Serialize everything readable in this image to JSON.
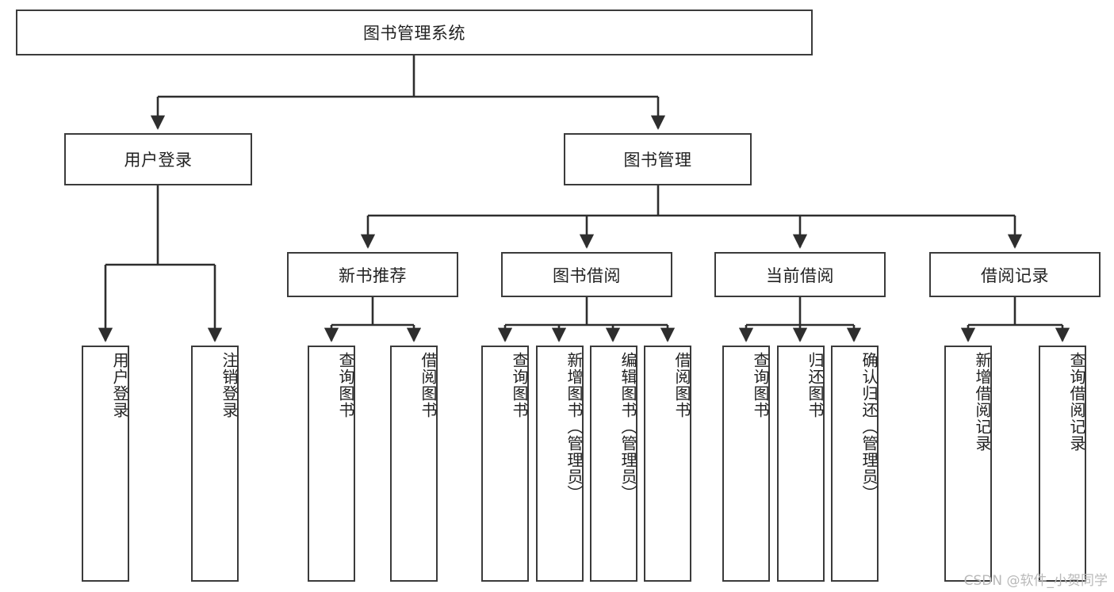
{
  "diagram": {
    "title": "图书管理系统",
    "type": "tree-hierarchy-diagram",
    "root": {
      "label": "图书管理系统"
    },
    "level2": [
      {
        "label": "用户登录"
      },
      {
        "label": "图书管理"
      }
    ],
    "level3": [
      {
        "label": "新书推荐"
      },
      {
        "label": "图书借阅"
      },
      {
        "label": "当前借阅"
      },
      {
        "label": "借阅记录"
      }
    ],
    "leaves": {
      "user_login": [
        {
          "label": "用户登录"
        },
        {
          "label": "注销登录"
        }
      ],
      "new_book_recommend": [
        {
          "label": "查询图书"
        },
        {
          "label": "借阅图书"
        }
      ],
      "book_borrow": [
        {
          "label": "查询图书"
        },
        {
          "label": "新增图书（管理员）"
        },
        {
          "label": "编辑图书（管理员）"
        },
        {
          "label": "借阅图书"
        }
      ],
      "current_borrow": [
        {
          "label": "查询图书"
        },
        {
          "label": "归还图书"
        },
        {
          "label": "确认归还（管理员）"
        }
      ],
      "borrow_record": [
        {
          "label": "新增借阅记录"
        },
        {
          "label": "查询借阅记录"
        }
      ]
    }
  },
  "watermark": {
    "text": "CSDN @软件_小贺同学"
  },
  "colors": {
    "border": "#3b3b3b",
    "text": "#222222",
    "background": "#ffffff",
    "watermark": "#b9b9b9"
  }
}
